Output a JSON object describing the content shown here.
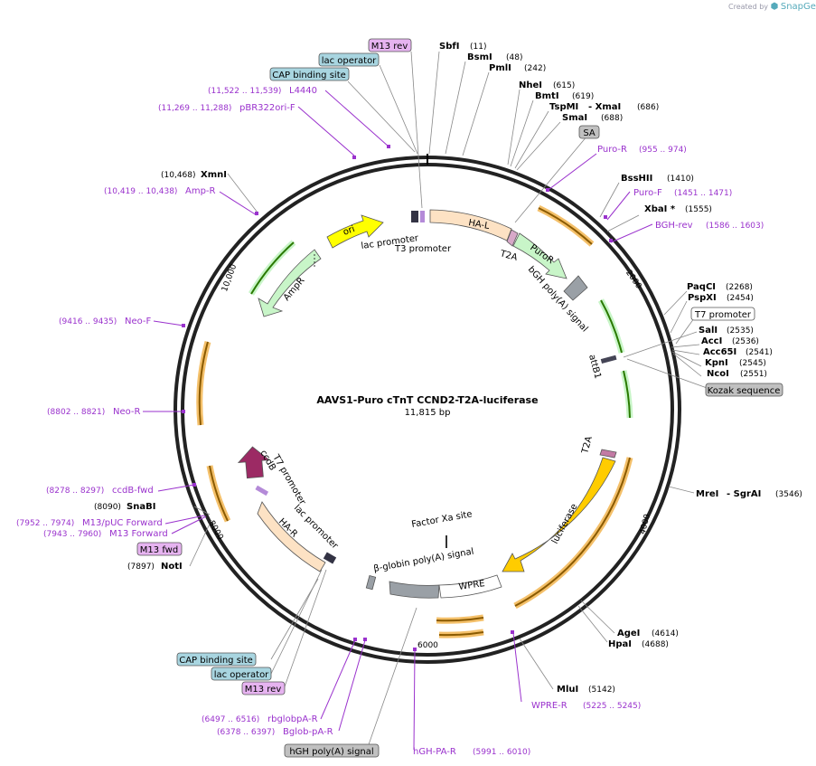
{
  "credit": {
    "prefix": "Created by",
    "brand": "SnapGene"
  },
  "map": {
    "name": "AAVS1-Puro cTnT CCND2-T2A-luciferase",
    "size": "11,815 bp"
  },
  "ticks": [
    "2000",
    "4000",
    "6000",
    "8000",
    "10,000"
  ],
  "enzymes": [
    {
      "name": "SbfI",
      "pos": "(11)"
    },
    {
      "name": "BsmI",
      "pos": "(48)"
    },
    {
      "name": "PmlI",
      "pos": "(242)"
    },
    {
      "name": "NheI",
      "pos": "(615)"
    },
    {
      "name": "BmtI",
      "pos": "(619)"
    },
    {
      "name": "TspMI",
      "name2": "- XmaI",
      "pos": "(686)"
    },
    {
      "name": "SmaI",
      "pos": "(688)"
    },
    {
      "name": "BssHII",
      "pos": "(1410)"
    },
    {
      "name": "XbaI *",
      "pos": "(1555)"
    },
    {
      "name": "PaqCI",
      "pos": "(2268)"
    },
    {
      "name": "PspXI",
      "pos": "(2454)"
    },
    {
      "name": "SalI",
      "pos": "(2535)"
    },
    {
      "name": "AccI",
      "pos": "(2536)"
    },
    {
      "name": "Acc65I",
      "pos": "(2541)"
    },
    {
      "name": "KpnI",
      "pos": "(2545)"
    },
    {
      "name": "NcoI",
      "pos": "(2551)"
    },
    {
      "name": "MreI",
      "name2": "- SgrAI",
      "pos": "(3546)"
    },
    {
      "name": "AgeI",
      "pos": "(4614)"
    },
    {
      "name": "HpaI",
      "pos": "(4688)"
    },
    {
      "name": "MluI",
      "pos": "(5142)"
    },
    {
      "name": "NotI",
      "pos": "(7897)"
    },
    {
      "name": "SnaBI",
      "pos": "(8090)"
    },
    {
      "name": "XmnI",
      "pos": "(10,468)"
    }
  ],
  "primers": [
    {
      "name": "Puro-R",
      "pos": "(955 .. 974)"
    },
    {
      "name": "Puro-F",
      "pos": "(1451 .. 1471)"
    },
    {
      "name": "BGH-rev",
      "pos": "(1586 .. 1603)"
    },
    {
      "name": "WPRE-R",
      "pos": "(5225 .. 5245)"
    },
    {
      "name": "hGH-PA-R",
      "pos": "(5991 .. 6010)"
    },
    {
      "name": "Bglob-pA-R",
      "pos": "(6378 .. 6397)"
    },
    {
      "name": "rbglobpA-R",
      "pos": "(6497 .. 6516)"
    },
    {
      "name": "M13 Forward",
      "pos": "(7943 .. 7960)"
    },
    {
      "name": "M13/pUC Forward",
      "pos": "(7952 .. 7974)"
    },
    {
      "name": "ccdB-fwd",
      "pos": "(8278 .. 8297)"
    },
    {
      "name": "Neo-R",
      "pos": "(8802 .. 8821)"
    },
    {
      "name": "Neo-F",
      "pos": "(9416 .. 9435)"
    },
    {
      "name": "Amp-R",
      "pos": "(10,419 .. 10,438)"
    },
    {
      "name": "pBR322ori-F",
      "pos": "(11,269 .. 11,288)"
    },
    {
      "name": "L4440",
      "pos": "(11,522 .. 11,539)"
    }
  ],
  "boxes": {
    "m13rev_top": "M13 rev",
    "lacop_top": "lac operator",
    "cap_top": "CAP binding site",
    "sa": "SA",
    "t7prom_box": "T7 promoter",
    "kozak": "Kozak sequence",
    "m13fwd": "M13 fwd",
    "cap_bot": "CAP binding site",
    "lacop_bot": "lac operator",
    "m13rev_bot": "M13 rev",
    "hgh": "hGH poly(A) signal"
  },
  "features": {
    "ha_l": "HA-L",
    "ori": "ori",
    "lac_promoter_top": "lac promoter",
    "t3_promoter": "T3 promoter",
    "t2a_top": "T2A",
    "puror": "PuroR",
    "bgh": "bGH poly(A) signal",
    "attb1": "attB1",
    "ampr": "AmpR",
    "t2a_mid": "T2A",
    "luciferase": "luciferase",
    "factor_xa": "Factor Xa site",
    "beta_globin": "β-globin poly(A) signal",
    "wpre": "WPRE",
    "ha_r": "HA-R",
    "lac_promoter_bot": "lac promoter",
    "t7_promoter": "T7 promoter",
    "ccdb": "ccdB"
  }
}
